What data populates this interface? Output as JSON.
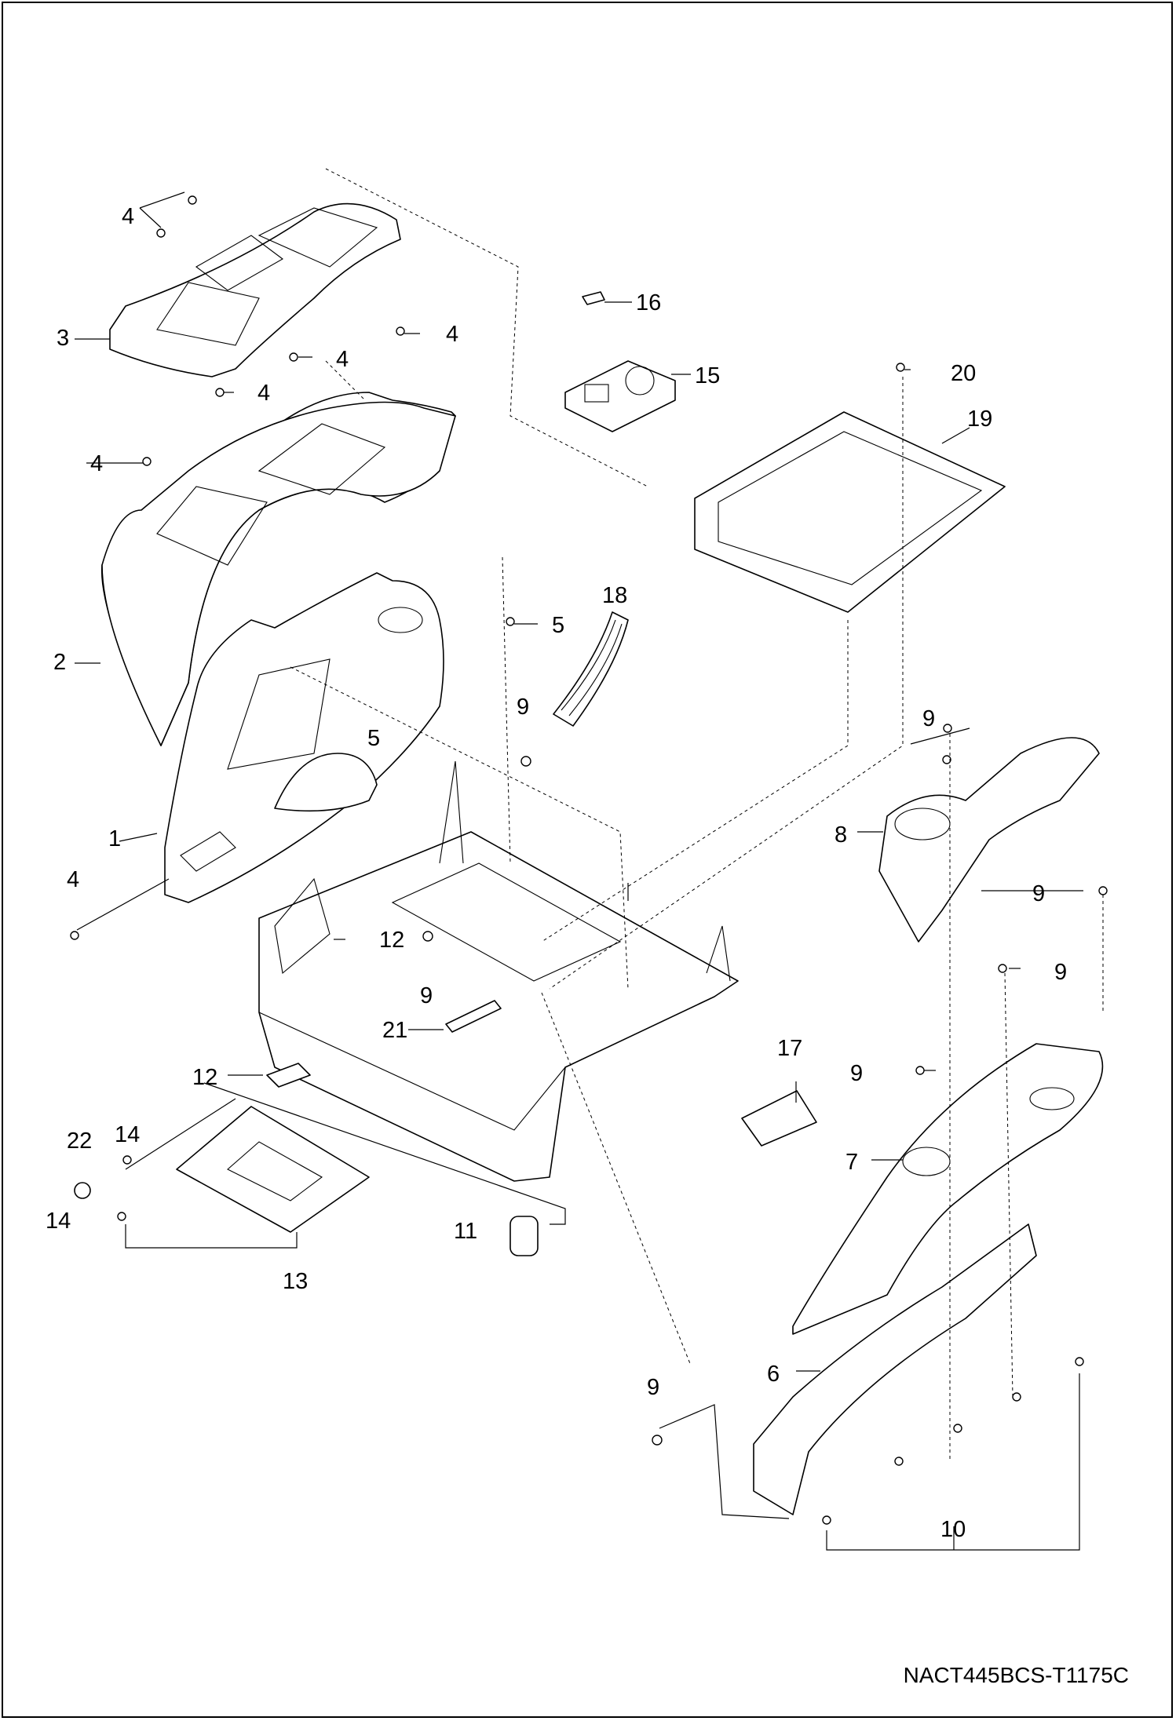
{
  "drawing_code": "NACT445BCS-T1175C",
  "callouts": {
    "c1": "1",
    "c2": "2",
    "c3": "3",
    "c4a": "4",
    "c4b": "4",
    "c4c": "4",
    "c4d": "4",
    "c4e": "4",
    "c4f": "4",
    "c5a": "5",
    "c5b": "5",
    "c6": "6",
    "c7": "7",
    "c8": "8",
    "c9a": "9",
    "c9b": "9",
    "c9c": "9",
    "c9d": "9",
    "c9e": "9",
    "c9f": "9",
    "c9g": "9",
    "c10": "10",
    "c11": "11",
    "c12a": "12",
    "c12b": "12",
    "c13": "13",
    "c14a": "14",
    "c14b": "14",
    "c15": "15",
    "c16": "16",
    "c17": "17",
    "c18": "18",
    "c19": "19",
    "c20": "20",
    "c21": "21",
    "c22": "22"
  }
}
